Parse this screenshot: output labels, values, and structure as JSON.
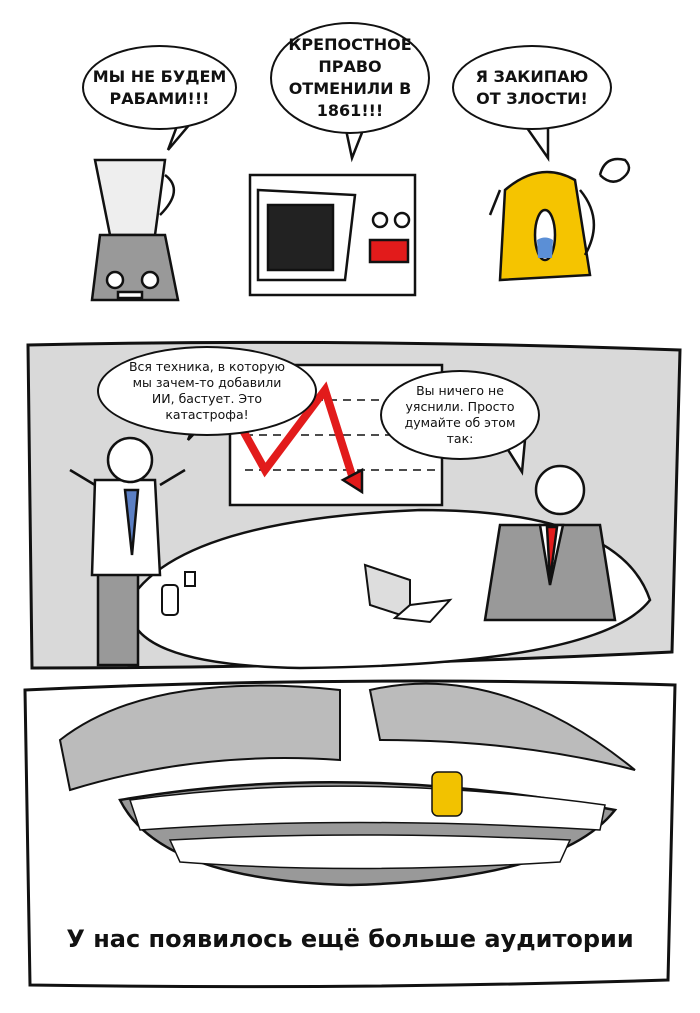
{
  "panel1": {
    "blender_speech": "МЫ НЕ БУДЕМ РАБАМИ!!!",
    "microwave_speech": "КРЕПОСТНОЕ ПРАВО ОТМЕНИЛИ В 1861!!!",
    "kettle_speech": "Я ЗАКИПАЮ ОТ ЗЛОСТИ!"
  },
  "panel2": {
    "employee_speech": "Вся техника, в которую мы зачем-то добавили ИИ, бастует. Это катастрофа!",
    "boss_speech": "Вы ничего не уяснили. Просто думайте об этом так:"
  },
  "panel3": {
    "caption": "У нас появилось ещё больше аудитории"
  },
  "colors": {
    "chart_line": "#e21b1b",
    "kettle": "#f5c400",
    "gold_tooth": "#f2c200",
    "panel_bg": "#d9d9d9"
  }
}
